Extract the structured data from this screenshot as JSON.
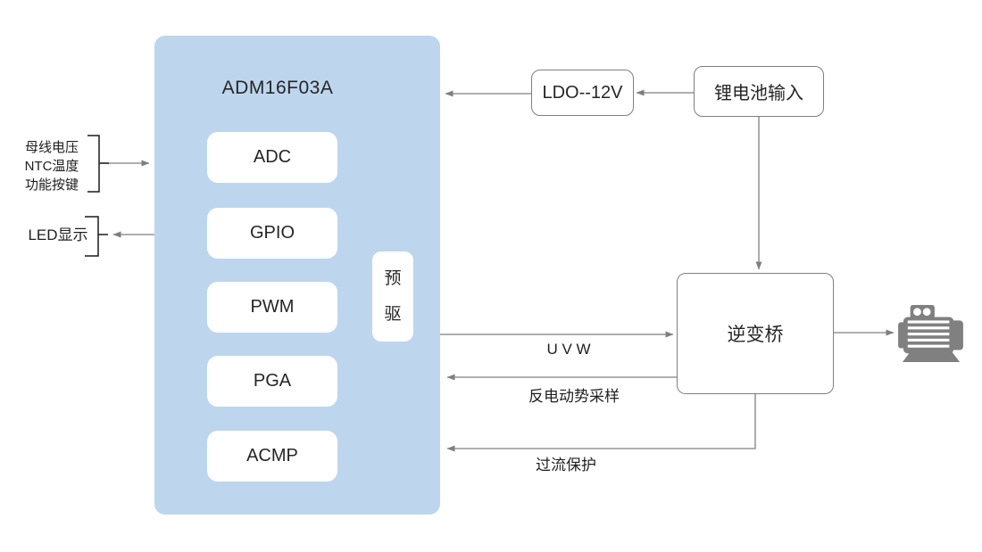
{
  "chip": {
    "title": "ADM16F03A",
    "modules": [
      "ADC",
      "GPIO",
      "PWM",
      "PGA",
      "ACMP"
    ],
    "predriver": "预驱"
  },
  "blocks": {
    "ldo": "LDO--12V",
    "battery": "锂电池输入",
    "inverter": "逆变桥"
  },
  "left_io": {
    "inputs": [
      "母线电压",
      "NTC温度",
      "功能按键"
    ],
    "led": "LED显示"
  },
  "signals": {
    "uvw": "U V W",
    "back_emf": "反电动势采样",
    "overcurrent": "过流保护"
  },
  "icons": {
    "motor": "motor-icon"
  },
  "colors": {
    "chip_fill": "#bdd6ee",
    "box_border": "#7f7f7f",
    "arrow_line": "#7f7f7f",
    "bracket": "#1a1a1a",
    "text": "#262626",
    "motor": "#808080"
  }
}
